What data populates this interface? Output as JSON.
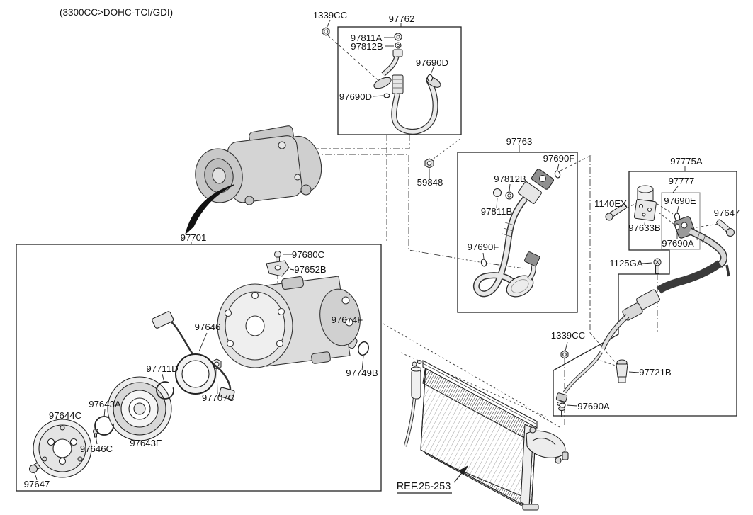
{
  "header": {
    "engine_spec": "(3300CC>DOHC-TCI/GDI)"
  },
  "callouts": {
    "c1339cc_top": "1339CC",
    "c97762": "97762",
    "c97811a": "97811A",
    "c97812b_top": "97812B",
    "c97690d_right": "97690D",
    "c97690d_left": "97690D",
    "c59848": "59848",
    "c97763": "97763",
    "c97690f_top": "97690F",
    "c97812b_mid": "97812B",
    "c97811b": "97811B",
    "c97690f_low": "97690F",
    "c97775a": "97775A",
    "c97777": "97777",
    "c97690e": "97690E",
    "c1140ex": "1140EX",
    "c97647_right": "97647",
    "c97633b": "97633B",
    "c97690a_mid": "97690A",
    "c1125ga": "1125GA",
    "c1339cc_low": "1339CC",
    "c97721b": "97721B",
    "c97690a_low": "97690A",
    "c97701": "97701",
    "c97680c": "97680C",
    "c97652b": "97652B",
    "c97646": "97646",
    "c97674f": "97674F",
    "c97711d": "97711D",
    "c97749b": "97749B",
    "c97707c": "97707C",
    "c97643a": "97643A",
    "c97644c": "97644C",
    "c97646c": "97646C",
    "c97643e": "97643E",
    "c97647_left": "97647"
  },
  "reference": {
    "condenser_ref": "REF.25-253"
  },
  "colors": {
    "line": "#1a1a1a",
    "background": "#ffffff"
  }
}
